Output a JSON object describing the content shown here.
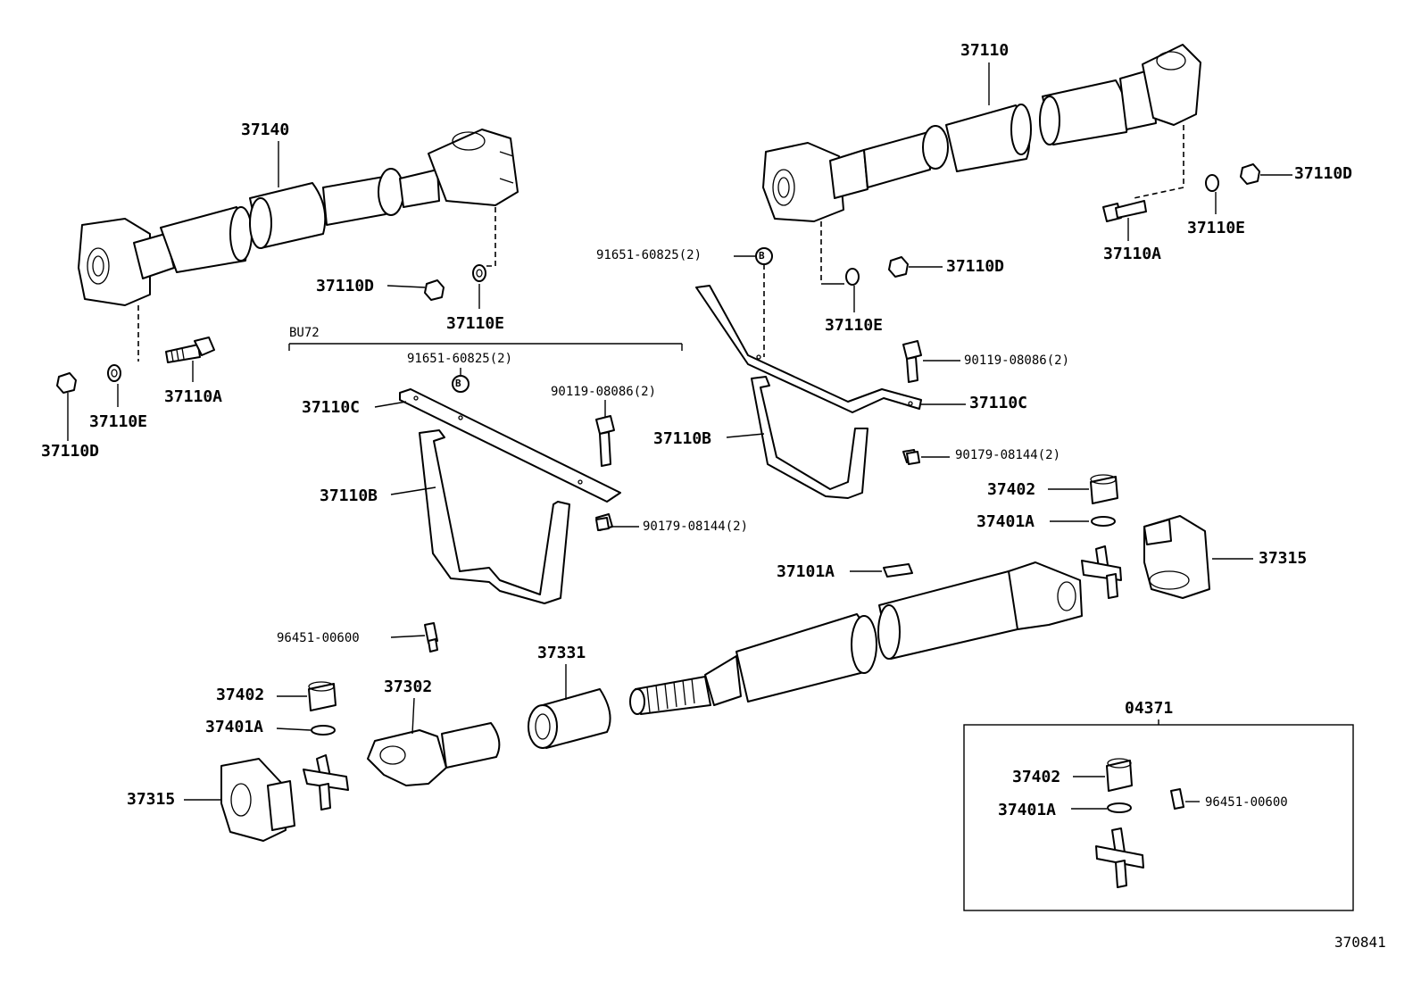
{
  "diagram_id": "370841",
  "labels": {
    "p37140": "37140",
    "p37110_top": "37110",
    "p37110D_a": "37110D",
    "p37110E_a": "37110E",
    "p37110D_b": "37110D",
    "p37110E_b": "37110E",
    "p37110A_a": "37110A",
    "p37110D_c": "37110D",
    "p37110E_c": "37110E",
    "p37110D_d": "37110D",
    "p37110E_d": "37110E",
    "p37110A_b": "37110A",
    "bu72": "BU72",
    "p91651_a": "91651-60825(2)",
    "p91651_b": "91651-60825(2)",
    "p90119_a": "90119-08086(2)",
    "p90119_b": "90119-08086(2)",
    "p37110C_a": "37110C",
    "p37110C_b": "37110C",
    "p37110B_a": "37110B",
    "p37110B_b": "37110B",
    "p90179_a": "90179-08144(2)",
    "p90179_b": "90179-08144(2)",
    "p37402_a": "37402",
    "p37401A_a": "37401A",
    "p37315_a": "37315",
    "p37101A": "37101A",
    "p96451_a": "96451-00600",
    "p37331": "37331",
    "p37302": "37302",
    "p37402_b": "37402",
    "p37401A_b": "37401A",
    "p37315_b": "37315",
    "p04371": "04371",
    "p37402_c": "37402",
    "p37401A_c": "37401A",
    "p96451_b": "96451-00600"
  },
  "bolt_mark": "B"
}
